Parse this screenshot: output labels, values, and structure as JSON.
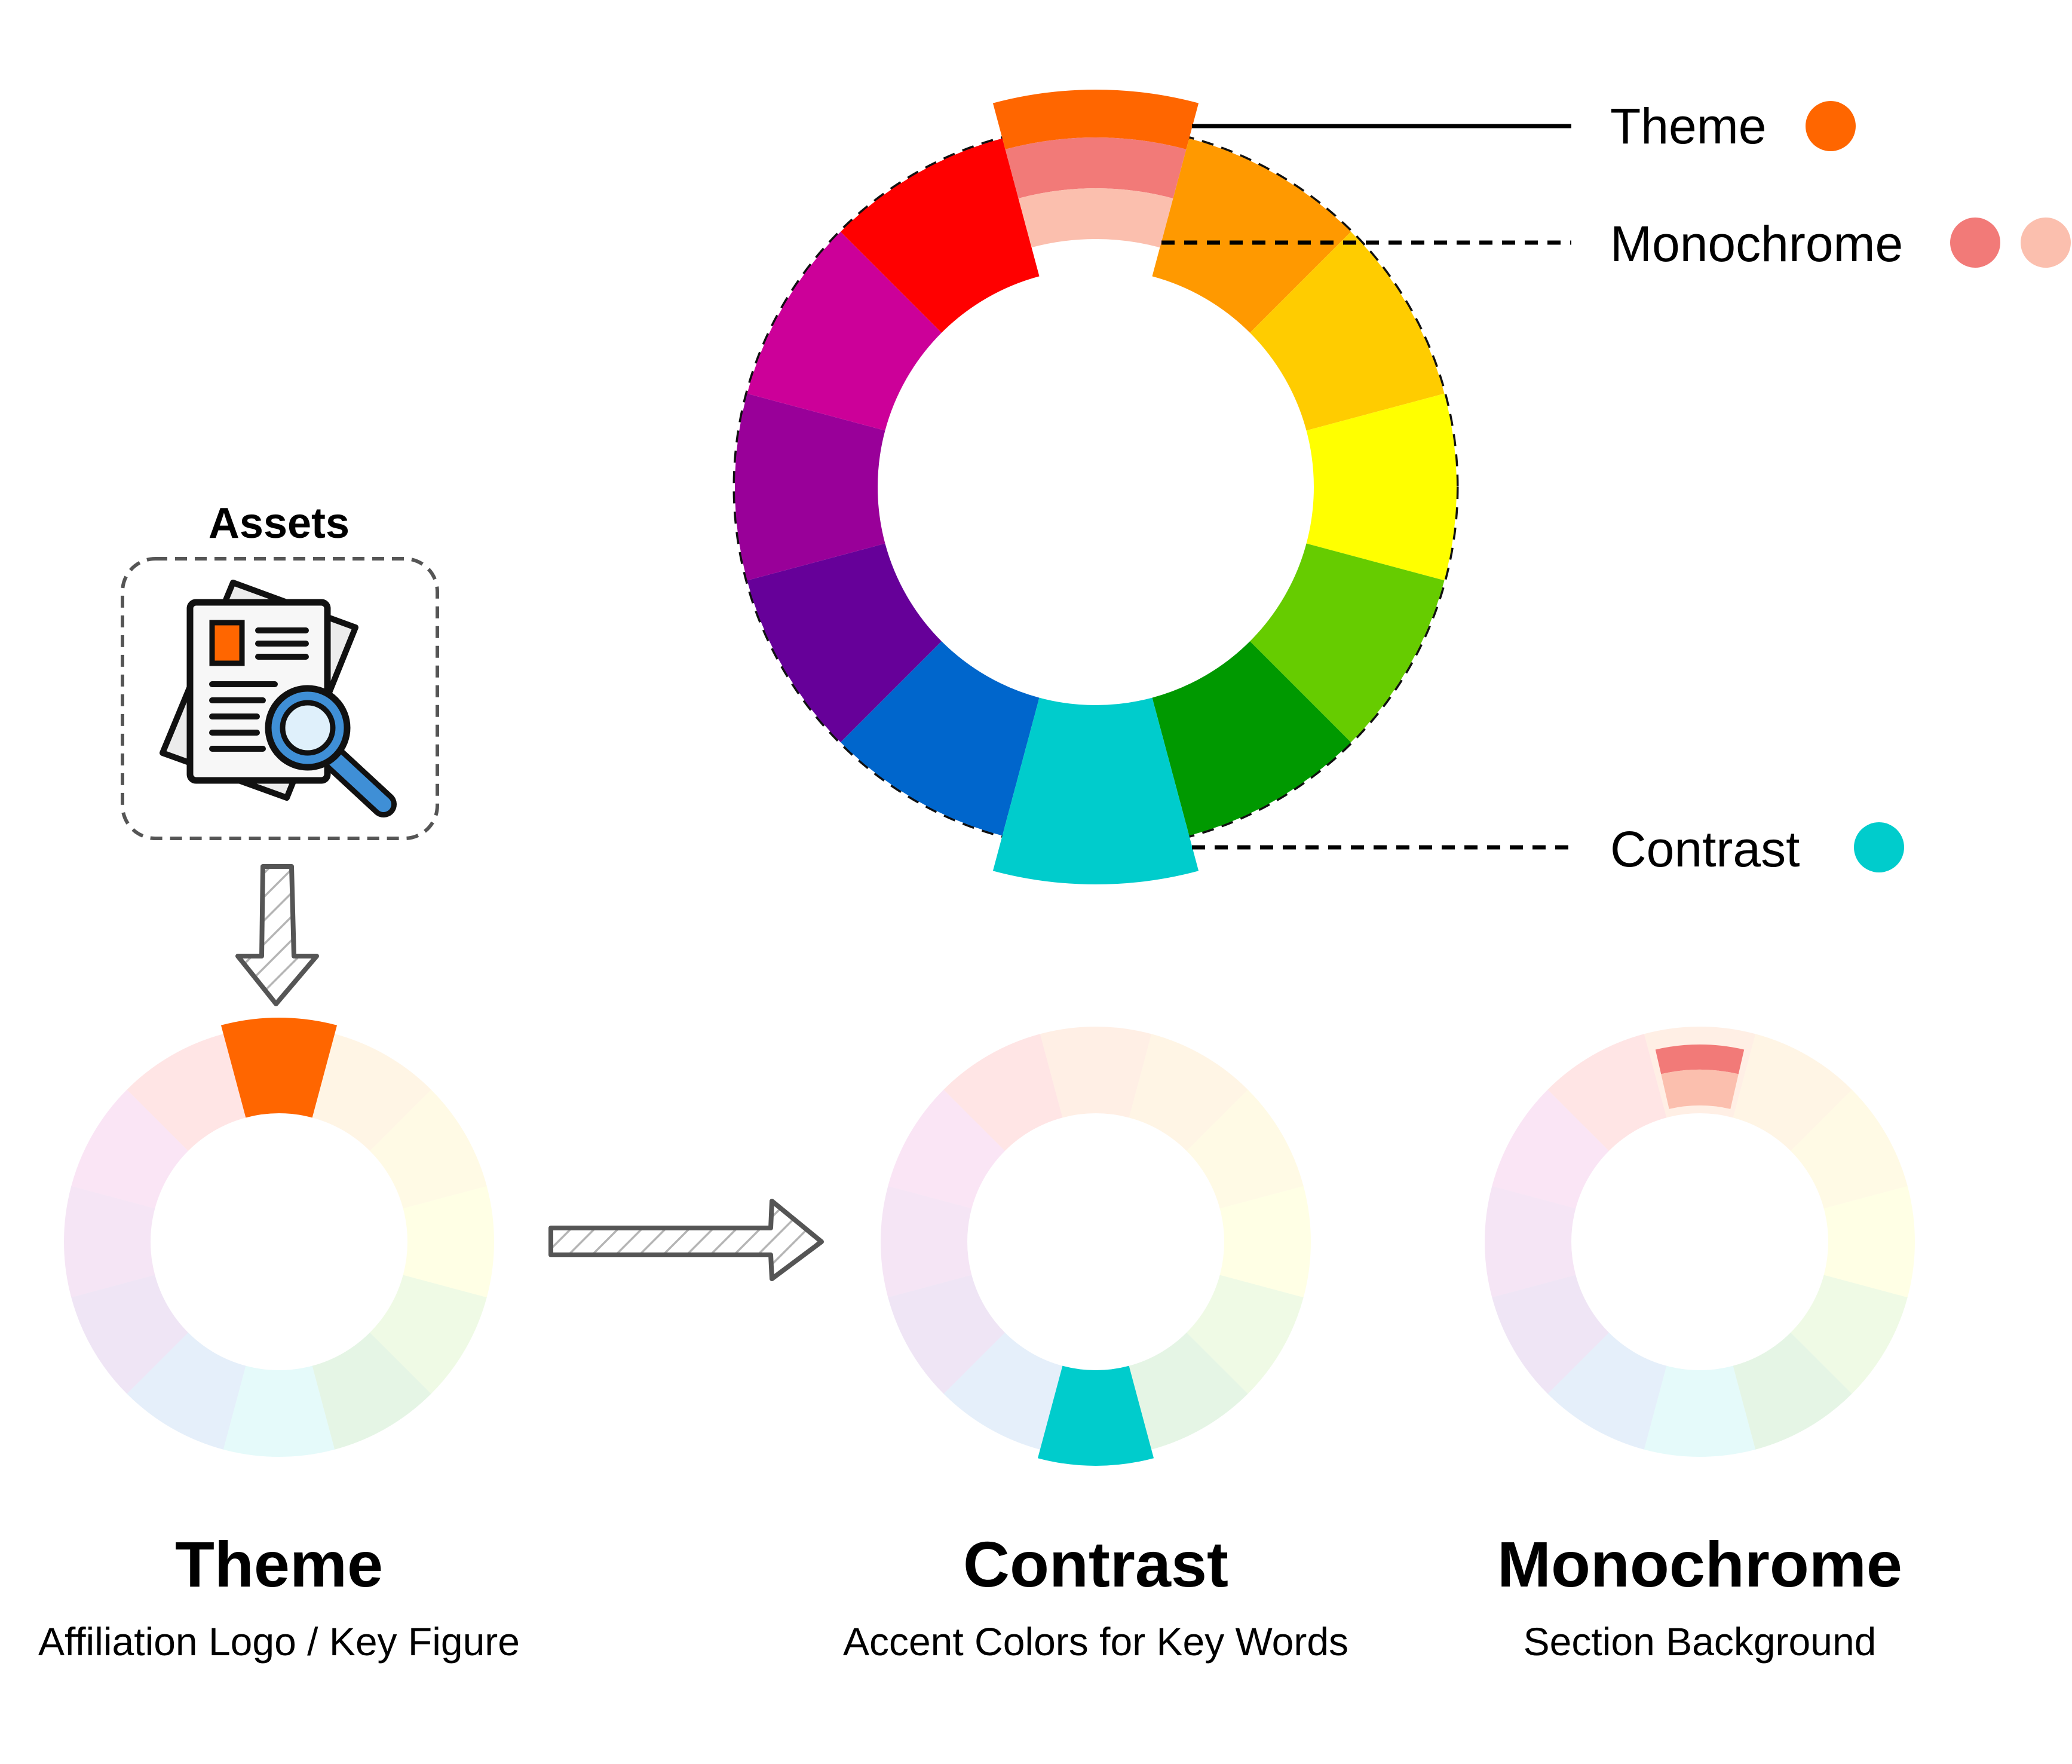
{
  "colors": {
    "wheel": [
      "#ff6600",
      "#ff9900",
      "#ffcc00",
      "#ffff00",
      "#66cc00",
      "#009900",
      "#00cccc",
      "#0066cc",
      "#660099",
      "#990099",
      "#cc0099",
      "#ff0000"
    ],
    "theme": "#ff6600",
    "monochrome": [
      "#f27a78",
      "#fbbfae"
    ],
    "contrast": "#00cccc"
  },
  "legend": {
    "theme_label": "Theme",
    "monochrome_label": "Monochrome",
    "contrast_label": "Contrast"
  },
  "assets": {
    "label": "Assets",
    "icon": "document-magnifier-icon"
  },
  "sections": [
    {
      "title": "Theme",
      "subtitle": "Affiliation Logo / Key Figure"
    },
    {
      "title": "Contrast",
      "subtitle": "Accent Colors for Key Words"
    },
    {
      "title": "Monochrome",
      "subtitle": "Section Background"
    }
  ]
}
